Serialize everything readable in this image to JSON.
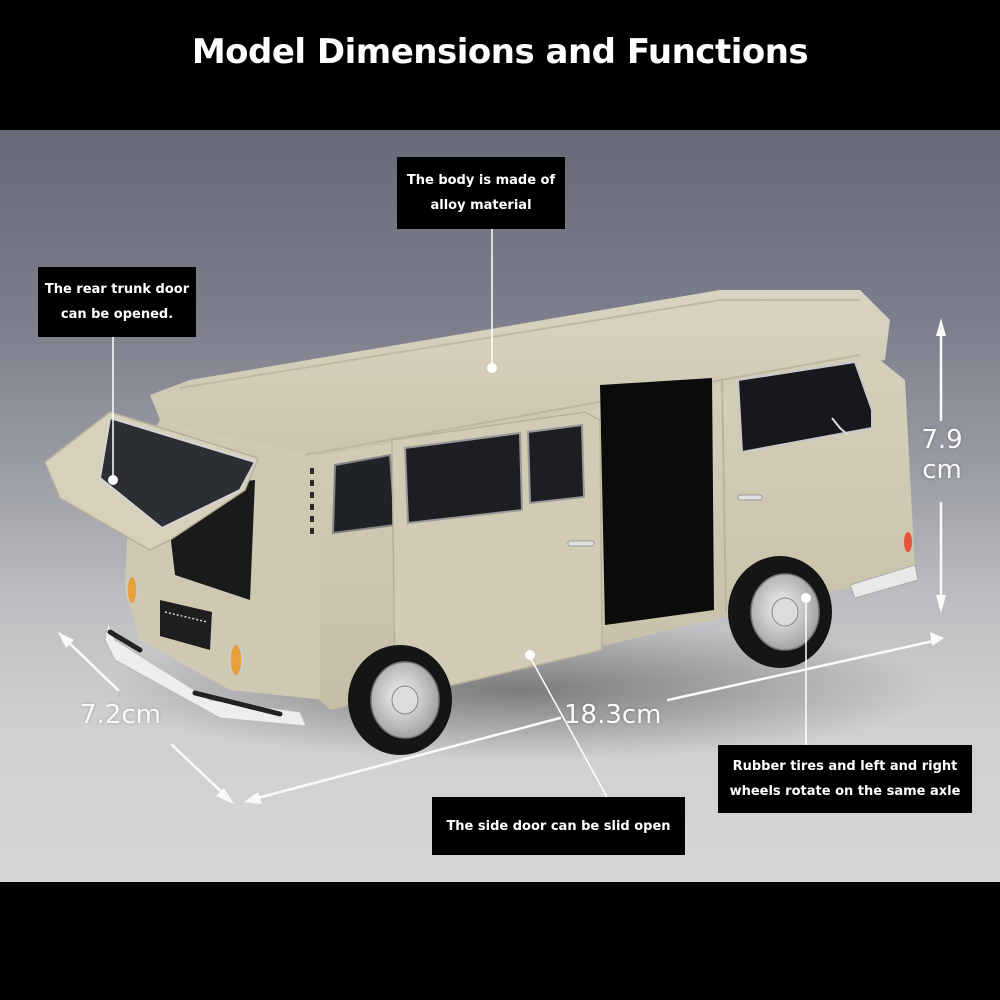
{
  "header": {
    "title": "Model Dimensions and Functions"
  },
  "callouts": {
    "body": "The body is made of alloy material",
    "rear_trunk": "The rear trunk door can be opened.",
    "side_door": "The side door can be slid open",
    "tires": "Rubber tires and left and right wheels rotate on the same axle"
  },
  "callouts_lines": {
    "body_l1": "The body is made of",
    "body_l2": "alloy material",
    "rear_trunk_l1": "The rear trunk door",
    "rear_trunk_l2": "can be opened.",
    "side_door_l1": "The side door can be slid open",
    "tires_l1": "Rubber tires and left and right",
    "tires_l2": "wheels rotate on the same axle"
  },
  "dimensions": {
    "height": {
      "value": "7.9",
      "unit": "cm"
    },
    "width": "7.2cm",
    "length": "18.3cm"
  },
  "colors": {
    "van_body": "#d3cdb8",
    "callout_bg": "#000000",
    "callout_text": "#ffffff",
    "background_top": "#676a78",
    "background_bottom": "#d6d6d6"
  }
}
